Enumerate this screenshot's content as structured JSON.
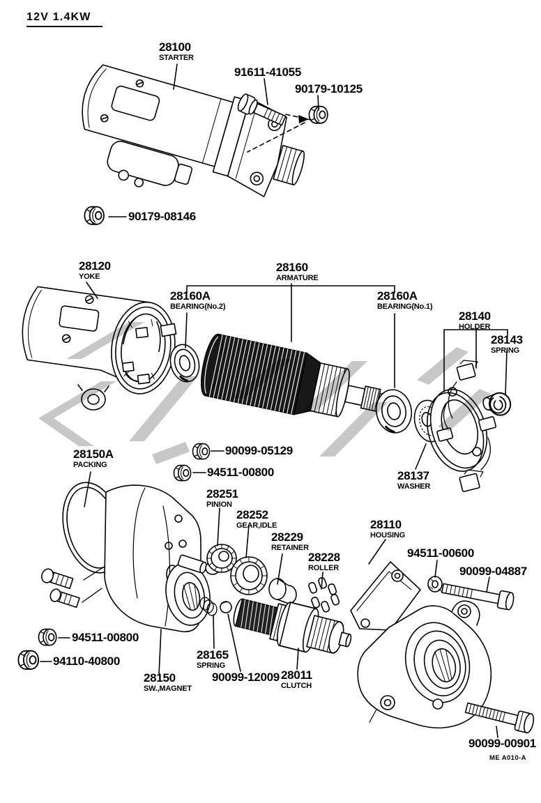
{
  "page": {
    "title": "12V 1.4KW",
    "plate_code": "ME A010-A",
    "ink_color": "#000000",
    "watermark_color": "#c7c7c7"
  },
  "parts": {
    "starter": {
      "number": "28100",
      "name": "STARTER"
    },
    "bolt_91611": {
      "number": "91611-41055"
    },
    "nut_90179_10125": {
      "number": "90179-10125"
    },
    "nut_90179_08146": {
      "number": "90179-08146"
    },
    "yoke": {
      "number": "28120",
      "name": "YOKE"
    },
    "armature": {
      "number": "28160",
      "name": "ARMATURE"
    },
    "bearing_no2": {
      "number": "28160A",
      "name": "BEARING(No.2)"
    },
    "bearing_no1": {
      "number": "28160A",
      "name": "BEARING(No.1)"
    },
    "holder": {
      "number": "28140",
      "name": "HOLDER"
    },
    "spring_28143": {
      "number": "28143",
      "name": "SPRING"
    },
    "nut_90099_05129": {
      "number": "90099-05129"
    },
    "nut_94511_00800_upper": {
      "number": "94511-00800"
    },
    "packing": {
      "number": "28150A",
      "name": "PACKING"
    },
    "washer_28137": {
      "number": "28137",
      "name": "WASHER"
    },
    "pinion": {
      "number": "28251",
      "name": "PINION"
    },
    "gear_idle": {
      "number": "28252",
      "name": "GEAR,IDLE"
    },
    "retainer": {
      "number": "28229",
      "name": "RETAINER"
    },
    "roller": {
      "number": "28228",
      "name": "ROLLER"
    },
    "housing": {
      "number": "28110",
      "name": "HOUSING"
    },
    "nut_94511_00600": {
      "number": "94511-00600"
    },
    "bolt_90099_04887": {
      "number": "90099-04887"
    },
    "nut_94511_00800_lower": {
      "number": "94511-00800"
    },
    "nut_94110_40800": {
      "number": "94110-40800"
    },
    "sw_magnet": {
      "number": "28150",
      "name": "SW.,MAGNET"
    },
    "spring_28165": {
      "number": "28165",
      "name": "SPRING"
    },
    "ball_90099_12009": {
      "number": "90099-12009"
    },
    "clutch": {
      "number": "28011",
      "name": "CLUTCH"
    },
    "bolt_90099_00901": {
      "number": "90099-00901"
    }
  }
}
